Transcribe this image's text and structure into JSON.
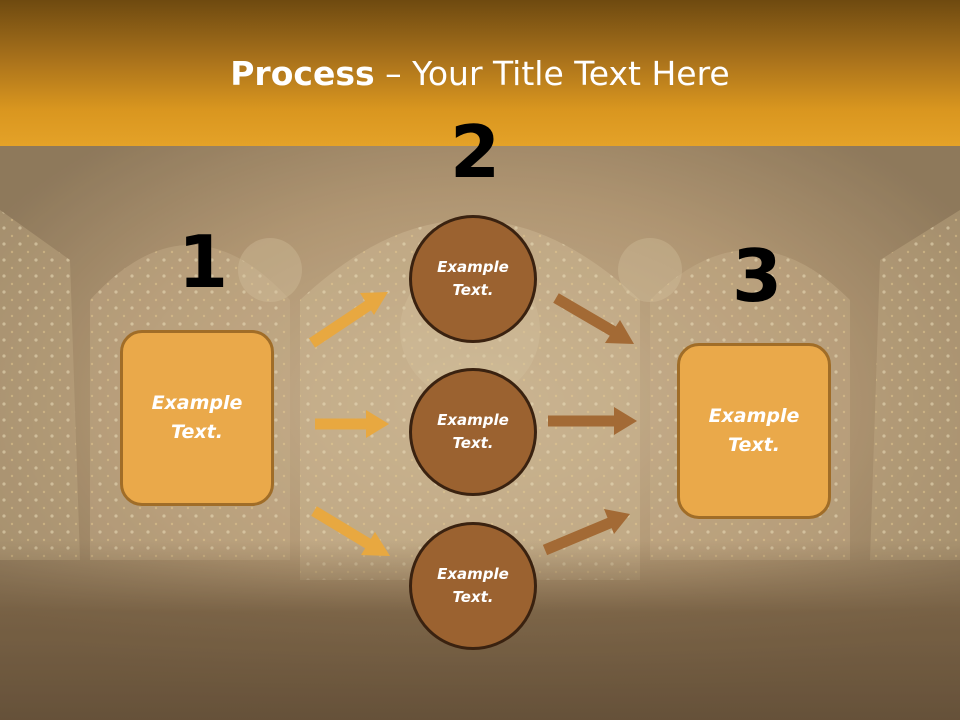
{
  "title": {
    "bold": "Process",
    "rest": " – Your Title Text Here"
  },
  "steps": [
    {
      "number": "1",
      "box_text": "Example Text."
    },
    {
      "number": "2",
      "circles": [
        "Example Text.",
        "Example Text.",
        "Example Text."
      ]
    },
    {
      "number": "3",
      "box_text": "Example Text."
    }
  ],
  "colors": {
    "header_accent": "#e4a228",
    "box_fill": "#eaa94a",
    "circle_fill": "#9b6230",
    "arrow_left": "#e8a840",
    "arrow_right": "#a36a35"
  }
}
